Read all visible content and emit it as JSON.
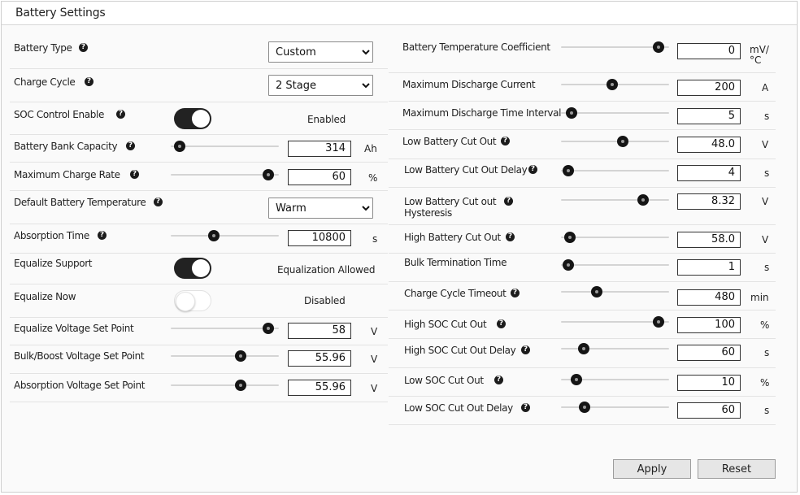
{
  "header": {
    "title": "Battery Settings"
  },
  "left": {
    "battery_type": {
      "label": "Battery Type",
      "selected": "Custom",
      "options": [
        "Custom"
      ]
    },
    "charge_cycle": {
      "label": "Charge Cycle",
      "selected": "2 Stage",
      "options": [
        "2 Stage"
      ]
    },
    "soc_control": {
      "label": "SOC Control Enable",
      "state": "Enabled",
      "on": true
    },
    "bank_capacity": {
      "label": "Battery Bank Capacity",
      "value": "314",
      "unit": "Ah",
      "slider": 0.08
    },
    "max_charge_rate": {
      "label": "Maximum Charge Rate",
      "value": "60",
      "unit": "%",
      "slider": 0.9
    },
    "default_temp": {
      "label": "Default Battery Temperature",
      "selected": "Warm",
      "options": [
        "Warm"
      ]
    },
    "absorption_time": {
      "label": "Absorption Time",
      "value": "10800",
      "unit": "s",
      "slider": 0.4
    },
    "equalize_support": {
      "label": "Equalize Support",
      "state": "Equalization Allowed",
      "on": true
    },
    "equalize_now": {
      "label": "Equalize Now",
      "state": "Disabled",
      "on": false
    },
    "eq_voltage": {
      "label": "Equalize Voltage Set Point",
      "value": "58",
      "unit": "V",
      "slider": 0.9
    },
    "bulk_voltage": {
      "label": "Bulk/Boost Voltage Set Point",
      "value": "55.96",
      "unit": "V",
      "slider": 0.65
    },
    "abs_voltage": {
      "label": "Absorption Voltage Set Point",
      "value": "55.96",
      "unit": "V",
      "slider": 0.65
    }
  },
  "right": {
    "temp_coeff": {
      "label": "Battery Temperature Coefficient",
      "value": "0",
      "unit": "mV/\n°C",
      "slider": 0.9
    },
    "max_discharge_current": {
      "label": "Maximum Discharge Current",
      "value": "200",
      "unit": "A",
      "slider": 0.47
    },
    "max_discharge_time": {
      "label": "Maximum Discharge Time Interval",
      "value": "5",
      "unit": "s",
      "slider": 0.1
    },
    "low_batt_cutout": {
      "label": "Low Battery Cut Out",
      "value": "48.0",
      "unit": "V",
      "slider": 0.57
    },
    "low_batt_cutout_delay": {
      "label": "Low Battery Cut Out Delay",
      "value": "4",
      "unit": "s",
      "slider": 0.07
    },
    "low_batt_hyst": {
      "label": "Low Battery Cut out Hysteresis",
      "value": "8.32",
      "unit": "V",
      "slider": 0.76
    },
    "high_batt_cutout": {
      "label": "High Battery Cut Out",
      "value": "58.0",
      "unit": "V",
      "slider": 0.08
    },
    "bulk_term_time": {
      "label": "Bulk Termination Time",
      "value": "1",
      "unit": "s",
      "slider": 0.07
    },
    "charge_cycle_timeout": {
      "label": "Charge Cycle Timeout",
      "value": "480",
      "unit": "min",
      "slider": 0.33
    },
    "high_soc_cutout": {
      "label": "High SOC Cut Out",
      "value": "100",
      "unit": "%",
      "slider": 0.9
    },
    "high_soc_cutout_delay": {
      "label": "High SOC Cut Out Delay",
      "value": "60",
      "unit": "s",
      "slider": 0.21
    },
    "low_soc_cutout": {
      "label": "Low SOC Cut Out",
      "value": "10",
      "unit": "%",
      "slider": 0.14
    },
    "low_soc_cutout_delay": {
      "label": "Low SOC Cut Out Delay",
      "value": "60",
      "unit": "s",
      "slider": 0.22
    }
  },
  "buttons": {
    "apply": "Apply",
    "reset": "Reset"
  },
  "icons": {
    "help": "help-icon"
  }
}
